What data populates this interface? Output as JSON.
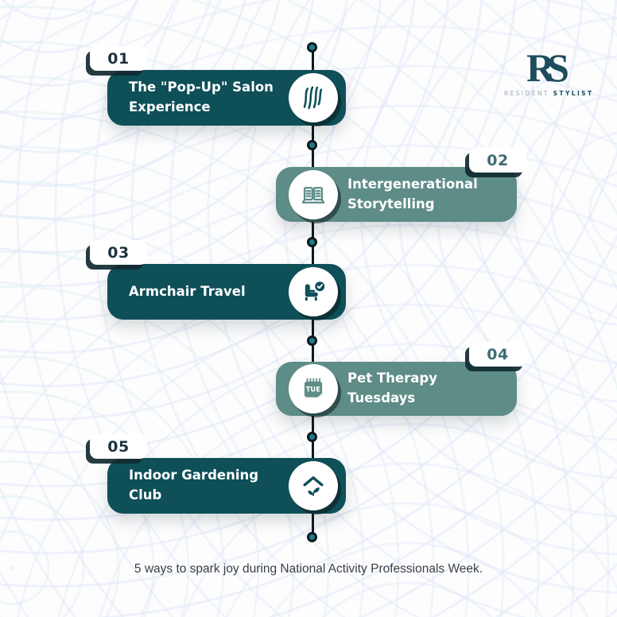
{
  "logo": {
    "monogram": "RS",
    "name_light": "RESIDENT",
    "name_bold": "STYLIST"
  },
  "caption": "5 ways to spark joy during National Activity Professionals Week.",
  "items": [
    {
      "number": "01",
      "title": "The \"Pop-Up\" Salon Experience",
      "side": "left",
      "card_color": "#0e4f58",
      "number_color": "#1d333c",
      "icon": "hair-icon"
    },
    {
      "number": "02",
      "title": "Intergenerational Storytelling",
      "side": "right",
      "card_color": "#5e8c86",
      "number_color": "#3f6d72",
      "icon": "open-book-icon"
    },
    {
      "number": "03",
      "title": "Armchair Travel",
      "side": "left",
      "card_color": "#0e4f58",
      "number_color": "#1d333c",
      "icon": "armchair-check-icon"
    },
    {
      "number": "04",
      "title": "Pet Therapy Tuesdays",
      "side": "right",
      "card_color": "#5e8c86",
      "number_color": "#3f6d72",
      "icon": "calendar-tue-icon"
    },
    {
      "number": "05",
      "title": "Indoor Gardening Club",
      "side": "left",
      "card_color": "#0e4f58",
      "number_color": "#1d333c",
      "icon": "house-leaf-icon"
    }
  ],
  "calendar_icon_label": "TUE",
  "timeline": {
    "line_color": "#0e1a1d",
    "dot_color": "#1b7e8a",
    "background_color": "#fdfdfe"
  }
}
